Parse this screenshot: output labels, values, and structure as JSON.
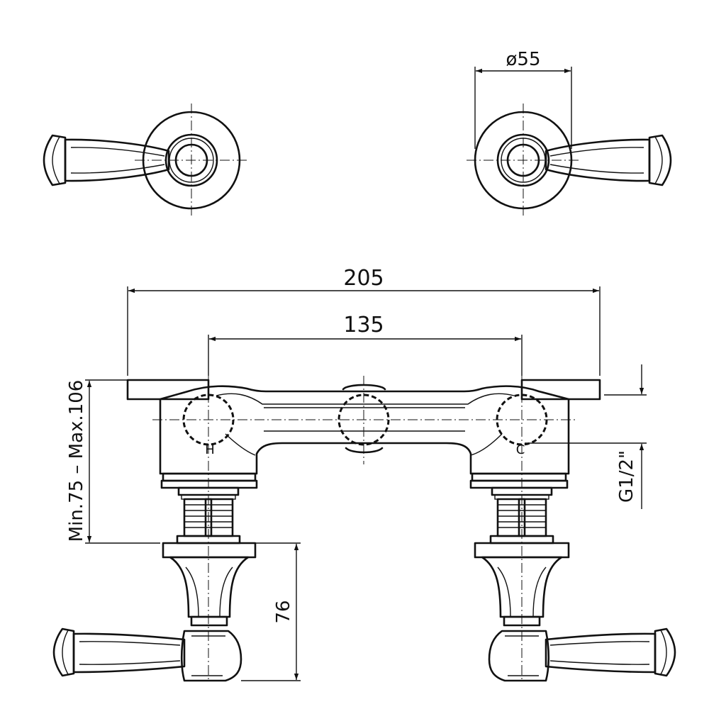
{
  "dimensions": {
    "top_diameter": "ø55",
    "overall_width": "205",
    "center_distance": "135",
    "depth_range": "Min.75  –  Max.106",
    "thread": "G1/2\"",
    "handle_height": "76"
  },
  "port_labels": {
    "hot": "H",
    "cold": "C"
  }
}
